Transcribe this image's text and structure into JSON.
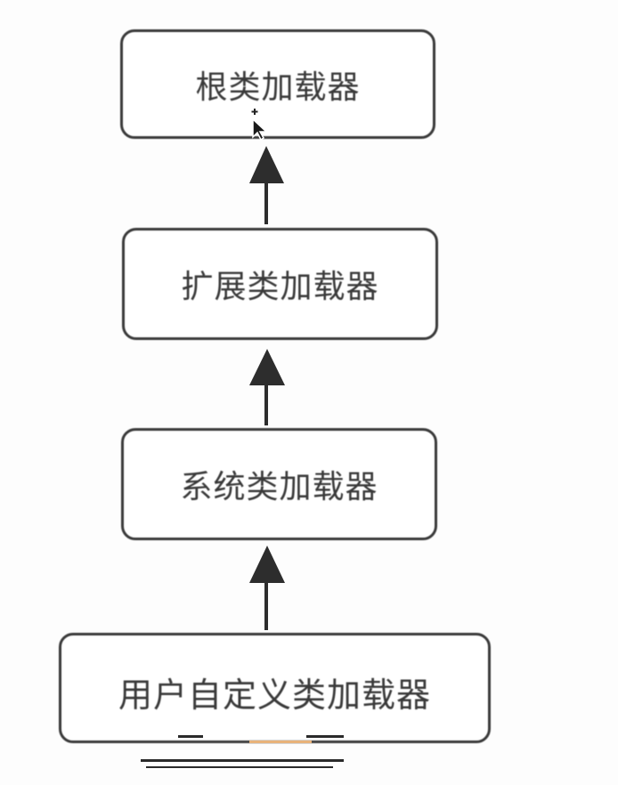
{
  "diagram": {
    "boxes": [
      {
        "id": "root",
        "label": "根类加载器"
      },
      {
        "id": "extension",
        "label": "扩展类加载器"
      },
      {
        "id": "system",
        "label": "系统类加载器"
      },
      {
        "id": "user",
        "label": "用户自定义类加载器"
      }
    ],
    "edges": [
      {
        "from": "extension",
        "to": "root"
      },
      {
        "from": "system",
        "to": "extension"
      },
      {
        "from": "user",
        "to": "system"
      }
    ],
    "colors": {
      "stroke": "#3a3a3a",
      "text": "#3a3a3a",
      "background": "#ffffff"
    }
  },
  "cursor": {
    "icon": "mouse-pointer-icon"
  }
}
